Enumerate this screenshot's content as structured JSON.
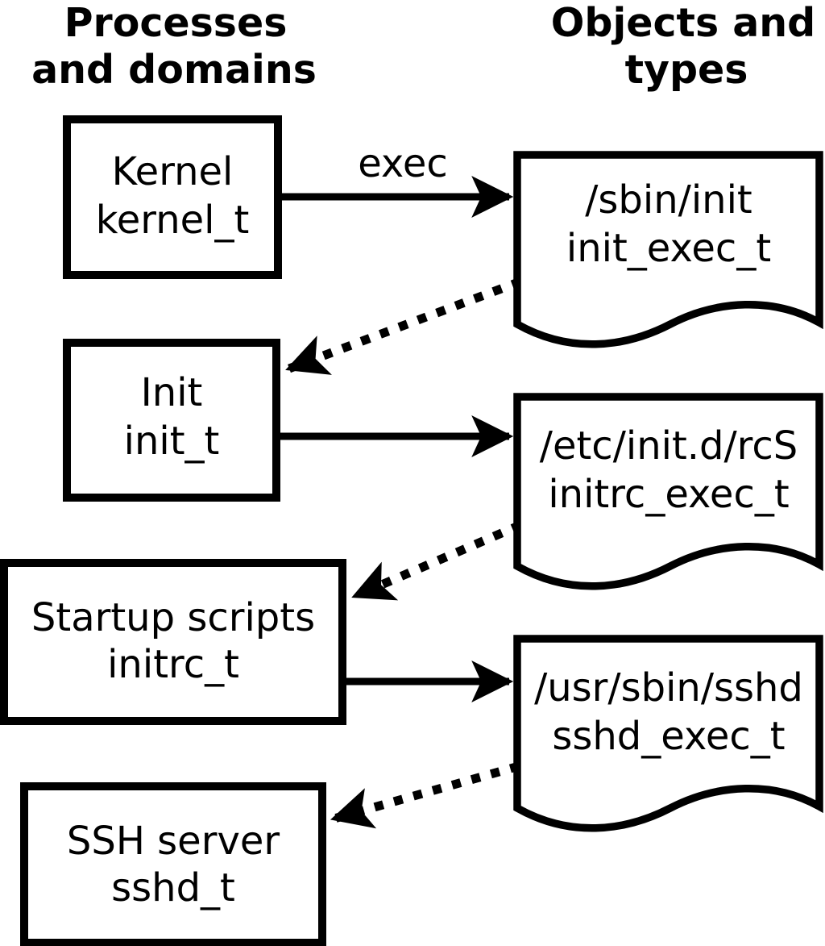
{
  "headers": {
    "left": [
      "Processes",
      "and domains"
    ],
    "right": [
      "Objects and",
      "types"
    ]
  },
  "nodes": {
    "processes": [
      {
        "label": "Kernel",
        "type": "kernel_t"
      },
      {
        "label": "Init",
        "type": "init_t"
      },
      {
        "label": "Startup scripts",
        "type": "initrc_t"
      },
      {
        "label": "SSH server",
        "type": "sshd_t"
      }
    ],
    "objects": [
      {
        "label": "/sbin/init",
        "type": "init_exec_t"
      },
      {
        "label": "/etc/init.d/rcS",
        "type": "initrc_exec_t"
      },
      {
        "label": "/usr/sbin/sshd",
        "type": "sshd_exec_t"
      }
    ]
  },
  "edges": {
    "exec_label": "exec"
  },
  "colors": {
    "ink": "#000000",
    "paper": "#ffffff"
  }
}
